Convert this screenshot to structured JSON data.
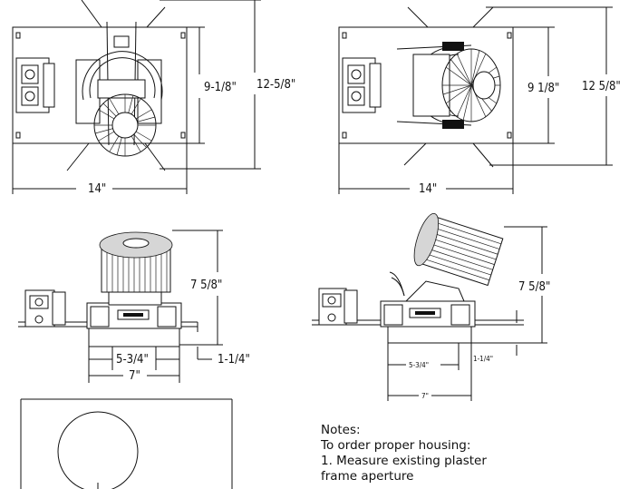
{
  "views": {
    "top_left": {
      "height_inner": "9-1/8\"",
      "height_outer": "12-5/8\"",
      "width": "14\""
    },
    "top_right": {
      "height_inner": "9 1/8\"",
      "height_outer": "12 5/8\"",
      "width": "14\""
    },
    "side_left": {
      "height": "7 5/8\"",
      "depth": "1-1/4\"",
      "inner_width": "5-3/4\"",
      "outer_width": "7\""
    },
    "side_right": {
      "height": "7 5/8\"",
      "depth": "1-1/4\"",
      "inner_width": "5-3/4\"",
      "outer_width": "7\""
    }
  },
  "notes": {
    "heading": "Notes:",
    "line1": "To order proper housing:",
    "line2": "1. Measure existing plaster",
    "line3": "frame aperture"
  }
}
